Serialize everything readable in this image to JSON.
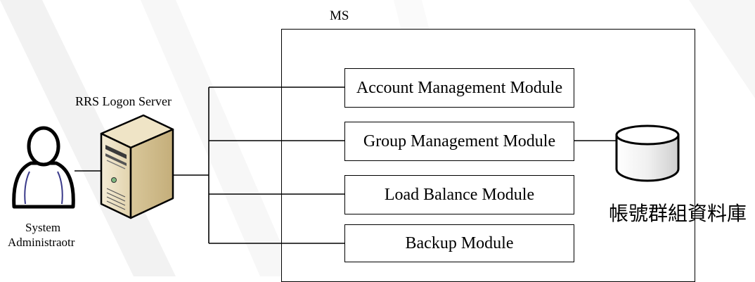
{
  "ms_label": "MS",
  "server_label": "RRS Logon Server",
  "admin_label_line1": "System",
  "admin_label_line2": "Administraotr",
  "modules": [
    "Account Management Module",
    "Group Management Module",
    "Load Balance Module",
    "Backup Module"
  ],
  "database_label": "帳號群組資料庫"
}
